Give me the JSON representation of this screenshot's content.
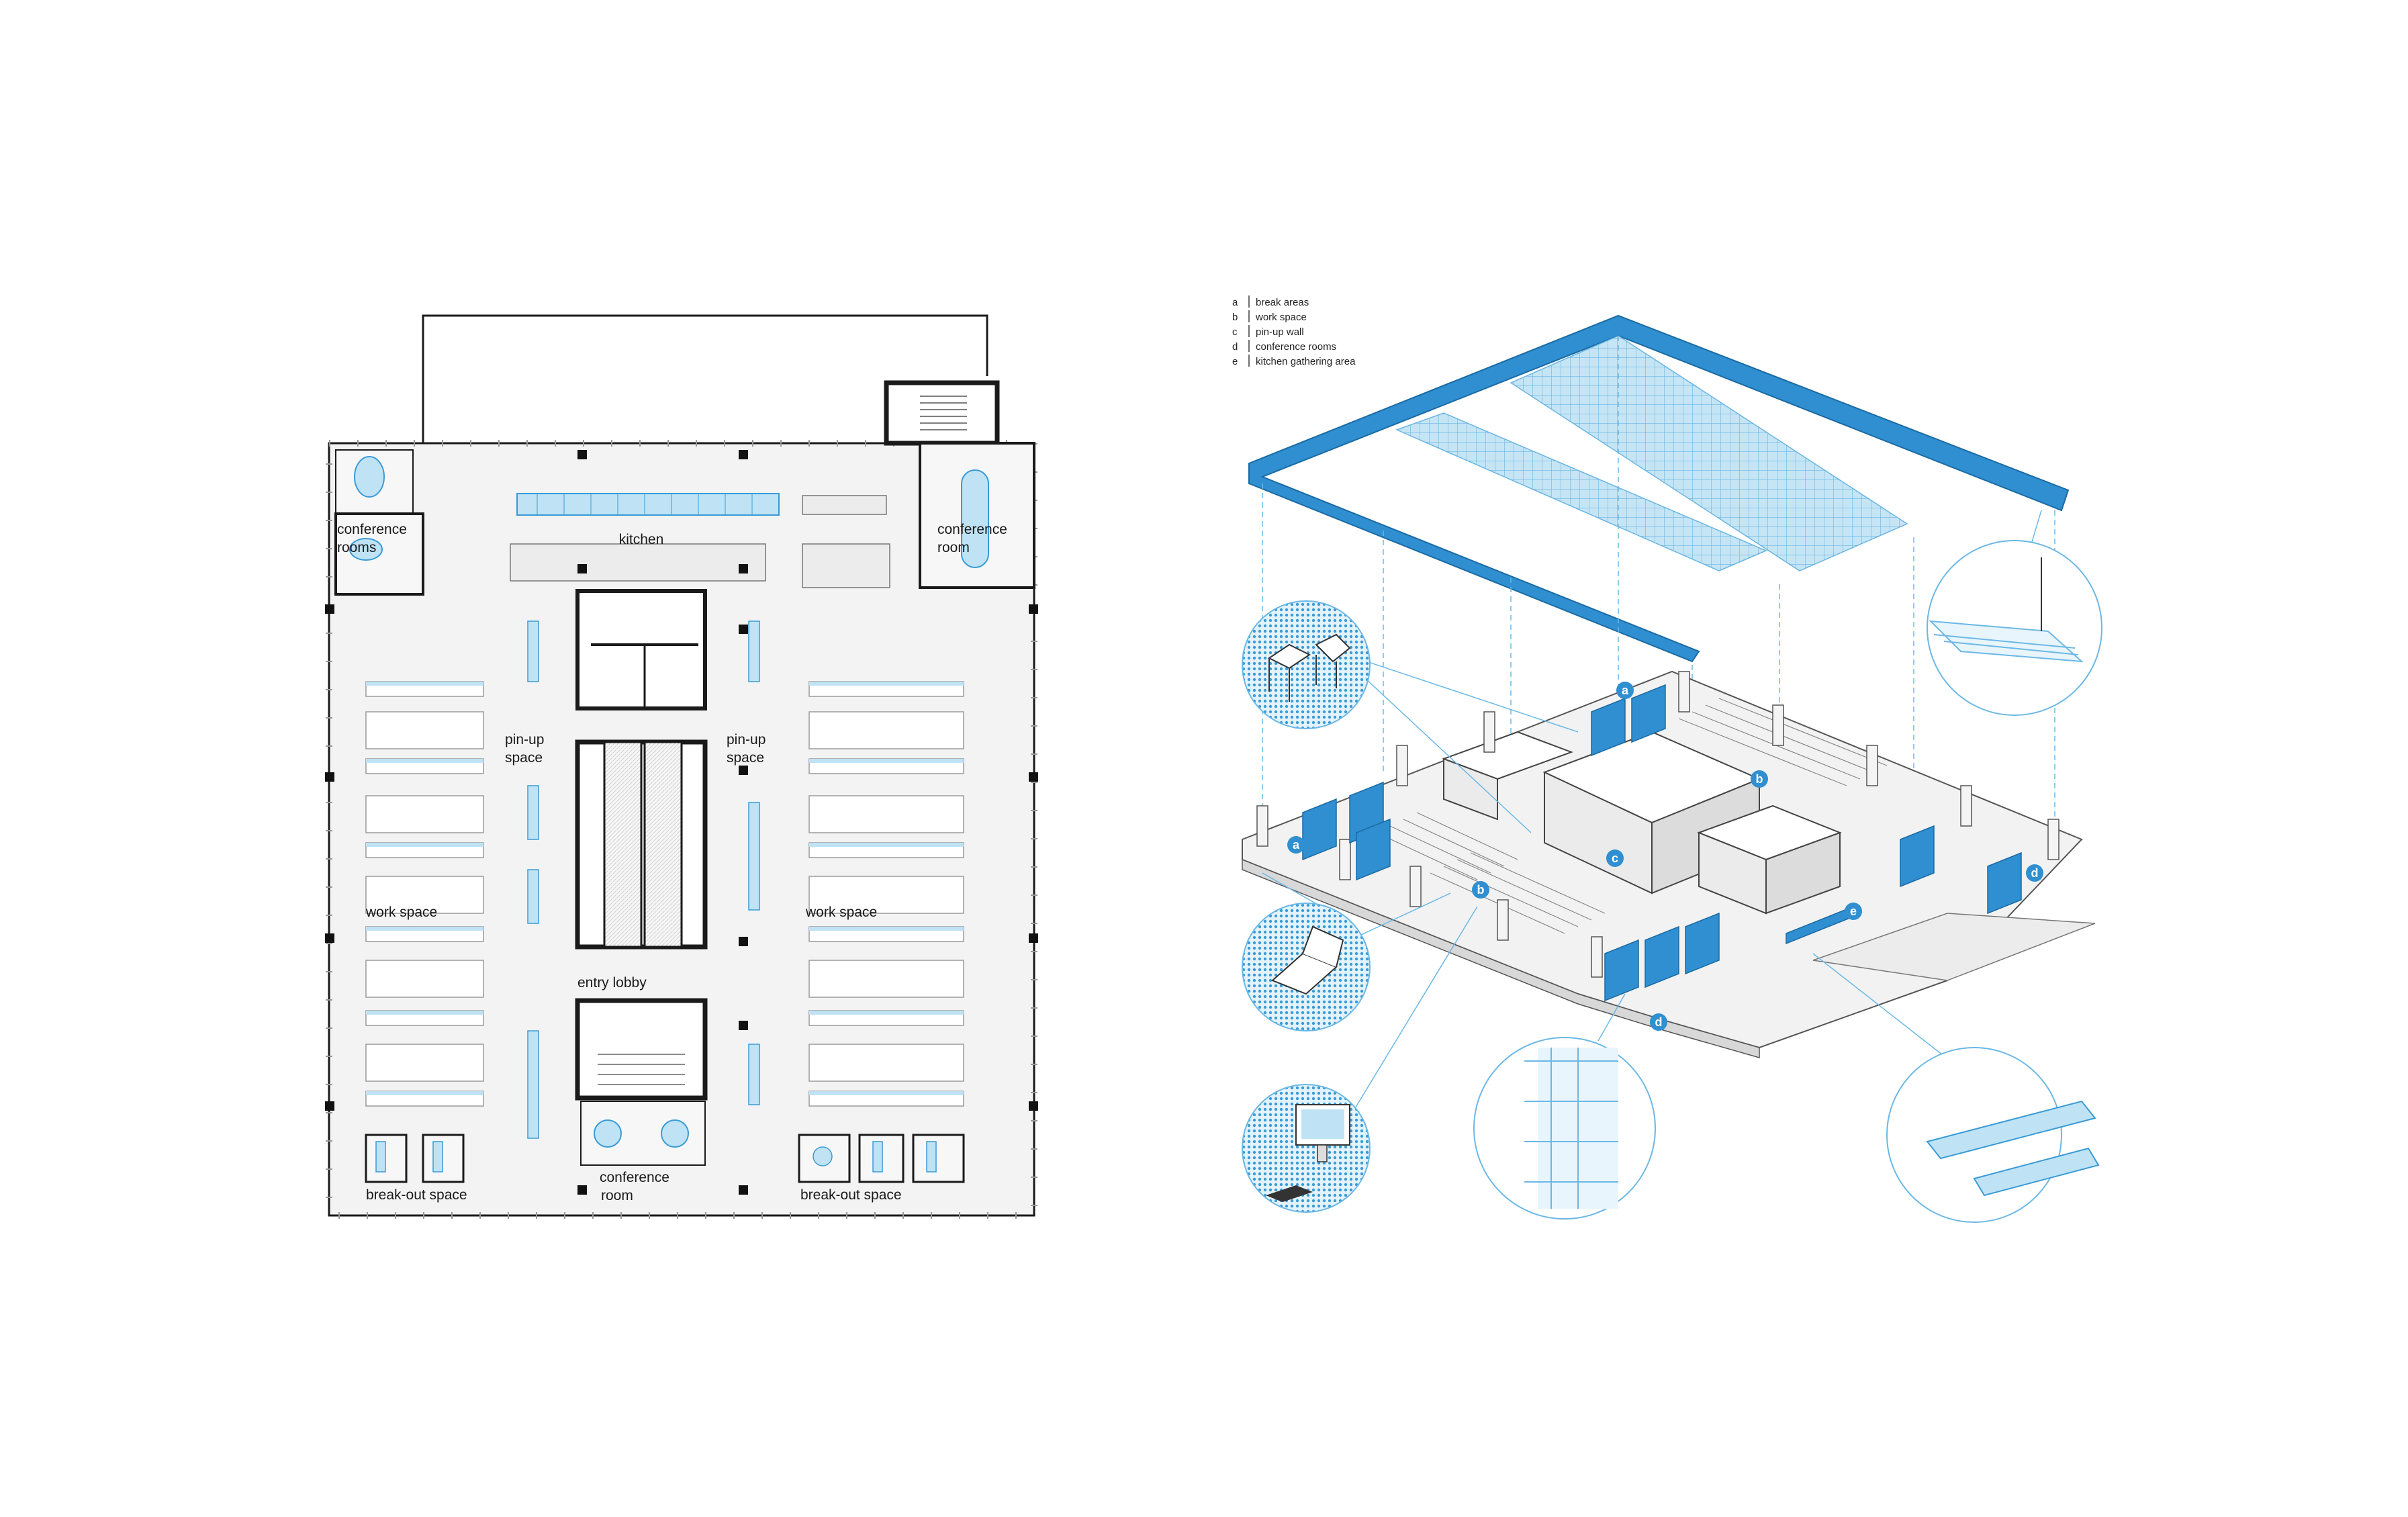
{
  "plan": {
    "labels": {
      "kitchen": "kitchen",
      "conference_rooms": [
        "conference",
        "rooms"
      ],
      "conference_room_right": [
        "conference",
        "room"
      ],
      "pinup_left": [
        "pin-up",
        "space"
      ],
      "pinup_right": [
        "pin-up",
        "space"
      ],
      "work_space_left": "work space",
      "work_space_right": "work space",
      "entry_lobby": "entry lobby",
      "conference_room_bottom": [
        "conference",
        "room"
      ],
      "breakout_left": "break-out space",
      "breakout_right": "break-out space"
    }
  },
  "axonometric": {
    "legend": [
      {
        "key": "a",
        "label": "break areas"
      },
      {
        "key": "b",
        "label": "work space"
      },
      {
        "key": "c",
        "label": "pin-up wall"
      },
      {
        "key": "d",
        "label": "conference   rooms"
      },
      {
        "key": "e",
        "label": "kitchen gathering area"
      }
    ],
    "markers": [
      "a",
      "a",
      "b",
      "b",
      "c",
      "d",
      "d",
      "e"
    ]
  },
  "colors": {
    "accent_blue": "#2f8fd0",
    "light_blue": "#bfe3f5",
    "line": "#1a1a1a",
    "floor": "#f2f2f2"
  }
}
